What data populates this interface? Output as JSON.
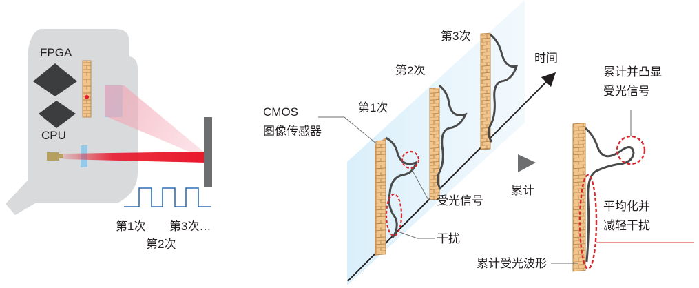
{
  "left": {
    "fpga_label": "FPGA",
    "cpu_label": "CPU",
    "pulse_1": "第1次",
    "pulse_3": "第3次…",
    "pulse_2": "第2次"
  },
  "middle": {
    "cmos_line1": "CMOS",
    "cmos_line2": "图像传感器",
    "frame_1": "第1次",
    "frame_2": "第2次",
    "frame_3": "第3次",
    "time_label": "时间",
    "signal_label": "受光信号",
    "noise_label": "干扰"
  },
  "right": {
    "accumulate_label": "累计",
    "emphasize_line1": "累计并凸显",
    "emphasize_line2": "受光信号",
    "average_line1": "平均化并",
    "average_line2": "减轻干扰",
    "waveform_label": "累计受光波形"
  },
  "colors": {
    "housing": "#d9dadb",
    "chip": "#3c3d3f",
    "sensor_pixel": "#f2c58c",
    "sensor_border": "#b98a52",
    "laser_red": "#e8192c",
    "pink_beam": "#f3a7b5",
    "glass_blue": "#cfe9f7",
    "wave": "#4a4a4a",
    "highlight_red": "#d7282f",
    "pulse_blue": "#2c6fb5",
    "target_gray": "#6d6e70"
  }
}
